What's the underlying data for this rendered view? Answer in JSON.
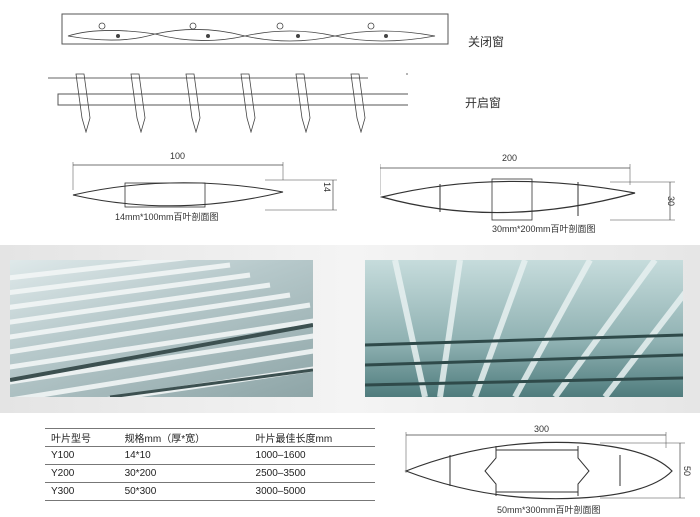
{
  "diagrams": {
    "closed_label": "关闭窗",
    "open_label": "开启窗"
  },
  "sections": [
    {
      "width_dim": "100",
      "height_dim": "14",
      "caption": "14mm*100mm百叶剖面图"
    },
    {
      "width_dim": "200",
      "height_dim": "30",
      "caption": "30mm*200mm百叶剖面图"
    },
    {
      "width_dim": "300",
      "height_dim": "50",
      "caption": "50mm*300mm百叶剖面图"
    }
  ],
  "spec_table": {
    "headers": [
      "叶片型号",
      "规格mm（厚*宽）",
      "叶片最佳长度mm"
    ],
    "rows": [
      [
        "Y100",
        "14*10",
        "1000–1600"
      ],
      [
        "Y200",
        "30*200",
        "2500–3500"
      ],
      [
        "Y300",
        "50*300",
        "3000–5000"
      ]
    ]
  }
}
